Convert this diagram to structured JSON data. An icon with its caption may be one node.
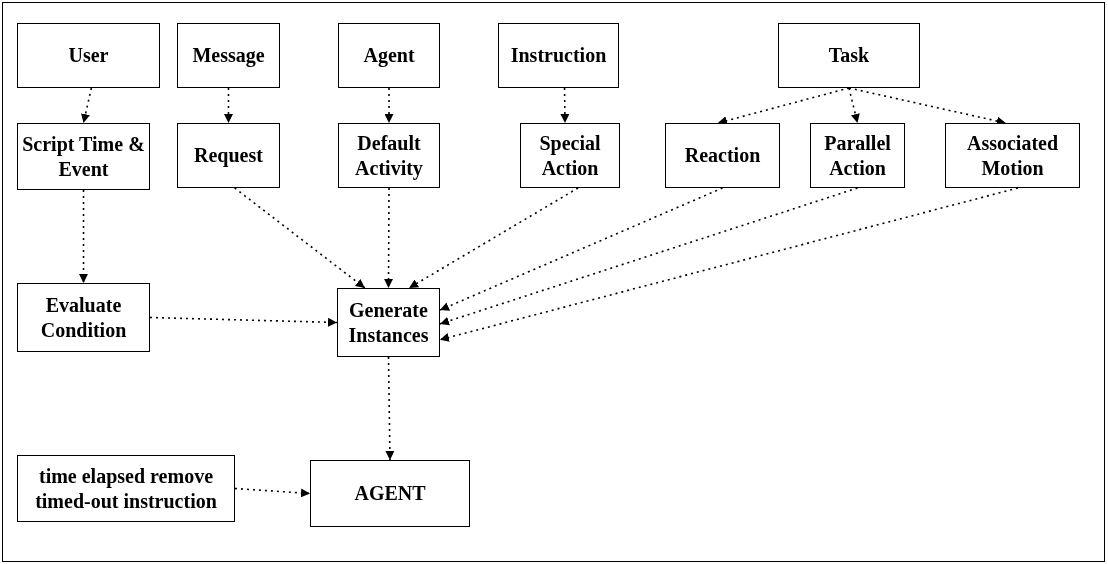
{
  "diagram": {
    "nodes": [
      {
        "text": [
          "User"
        ]
      },
      {
        "text": [
          "Message"
        ]
      },
      {
        "text": [
          "Agent"
        ]
      },
      {
        "text": [
          "Instruction"
        ]
      },
      {
        "text": [
          "Task"
        ]
      },
      {
        "text": [
          "Script Time & Event"
        ]
      },
      {
        "text": [
          "Request"
        ]
      },
      {
        "text": [
          "Default Activity"
        ]
      },
      {
        "text": [
          "Special Action"
        ]
      },
      {
        "text": [
          "Reaction"
        ]
      },
      {
        "text": [
          "Parallel Action"
        ]
      },
      {
        "text": [
          "Associated Motion"
        ]
      },
      {
        "text": [
          "Evaluate Condition"
        ]
      },
      {
        "text": [
          "Generate Instances"
        ]
      },
      {
        "text": [
          "time elapsed remove timed-out instruction"
        ]
      },
      {
        "text": [
          "AGENT"
        ]
      }
    ],
    "edges": [
      {
        "from": 0,
        "to": 5,
        "arrow": "to",
        "style": "dashed"
      },
      {
        "from": 1,
        "to": 6,
        "arrow": "to",
        "style": "dashed"
      },
      {
        "from": 2,
        "to": 7,
        "arrow": "to",
        "style": "dashed"
      },
      {
        "from": 3,
        "to": 8,
        "arrow": "to",
        "style": "dashed"
      },
      {
        "from": 4,
        "to": 9,
        "arrow": "to",
        "style": "dashed"
      },
      {
        "from": 4,
        "to": 10,
        "arrow": "to",
        "style": "dashed"
      },
      {
        "from": 4,
        "to": 11,
        "arrow": "to",
        "style": "dashed"
      },
      {
        "from": 5,
        "to": 12,
        "arrow": "to",
        "style": "dashed"
      },
      {
        "from": 6,
        "to": 13,
        "arrow": "to",
        "style": "dashed"
      },
      {
        "from": 7,
        "to": 13,
        "arrow": "to",
        "style": "dashed"
      },
      {
        "from": 8,
        "to": 13,
        "arrow": "to",
        "style": "dashed"
      },
      {
        "from": 9,
        "to": 13,
        "arrow": "to",
        "style": "dashed"
      },
      {
        "from": 10,
        "to": 13,
        "arrow": "to",
        "style": "dashed"
      },
      {
        "from": 11,
        "to": 13,
        "arrow": "to",
        "style": "dashed"
      },
      {
        "from": 12,
        "to": 13,
        "arrow": "to",
        "style": "dashed"
      },
      {
        "from": 13,
        "to": 15,
        "arrow": "to",
        "style": "dashed"
      },
      {
        "from": 14,
        "to": 15,
        "arrow": "to",
        "style": "dashed"
      }
    ]
  }
}
